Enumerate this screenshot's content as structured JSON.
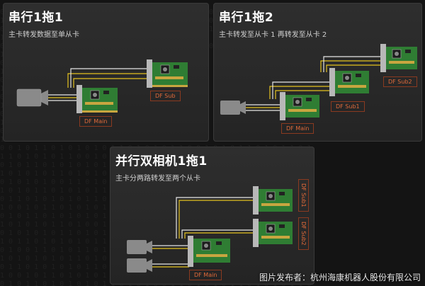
{
  "panels": [
    {
      "title": "串行1拖1",
      "subtitle": "主卡转发数据至单从卡",
      "labels": [
        "DF Main",
        "DF Sub"
      ]
    },
    {
      "title": "串行1拖2",
      "subtitle": "主卡转发至从卡 1 再转发至从卡 2",
      "labels": [
        "DF Main",
        "DF Sub1",
        "DF Sub2"
      ]
    },
    {
      "title": "并行双相机1拖1",
      "subtitle": "主卡分两路转发至两个从卡",
      "labels": [
        "DF Main",
        "DF Sub1",
        "DF Sub2"
      ]
    }
  ],
  "credit": "图片发布者：杭州海康机器人股份有限公司",
  "colors": {
    "pcb": "#2f7d33",
    "bracket": "#b8b8b8",
    "cable_white": "#e6e6e6",
    "cable_yellow": "#e4c21e",
    "label": "#e06a3a",
    "camera": "#8a8a8a"
  }
}
